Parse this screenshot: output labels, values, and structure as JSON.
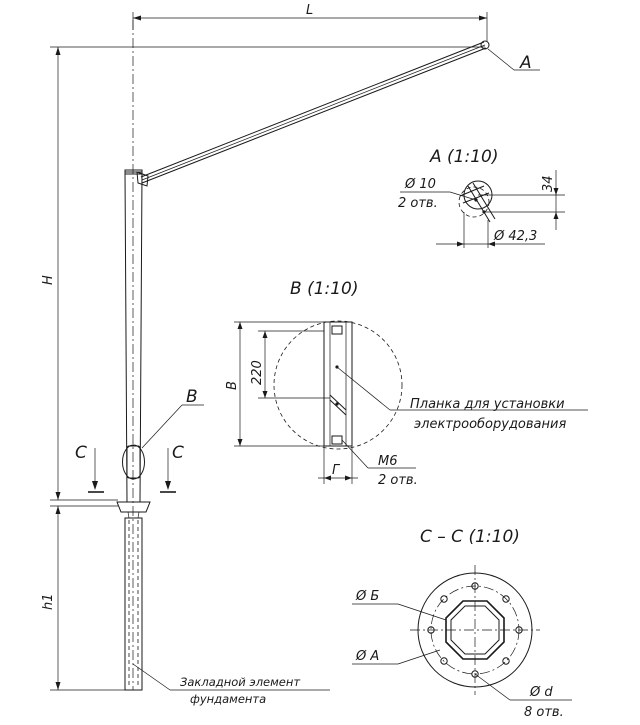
{
  "labels": {
    "dim_L": "L",
    "dim_H": "H",
    "dim_h1": "h1",
    "ref_A": "A",
    "ref_B": "B",
    "ref_C_left": "C",
    "ref_C_right": "C",
    "detail_A_title": "A (1:10)",
    "detail_A_hole_dia": "Ø 10",
    "detail_A_hole_count": "2 отв.",
    "detail_A_dim_34": "34",
    "detail_A_dia": "Ø 42,3",
    "detail_B_title": "B (1:10)",
    "detail_B_dim_220": "220",
    "detail_B_dim_B": "B",
    "detail_B_dim_G": "Г",
    "detail_B_bolt": "M6",
    "detail_B_bolt_count": "2 отв.",
    "detail_B_plate_line1": "Планка для установки",
    "detail_B_plate_line2": "электрооборудования",
    "section_C_title": "C – C (1:10)",
    "section_C_dia_B": "Ø Б",
    "section_C_dia_A": "Ø A",
    "section_C_dia_d": "Ø d",
    "section_C_hole_count": "8 отв.",
    "embedded_line1": "Закладной элемент",
    "embedded_line2": "фундамента"
  }
}
